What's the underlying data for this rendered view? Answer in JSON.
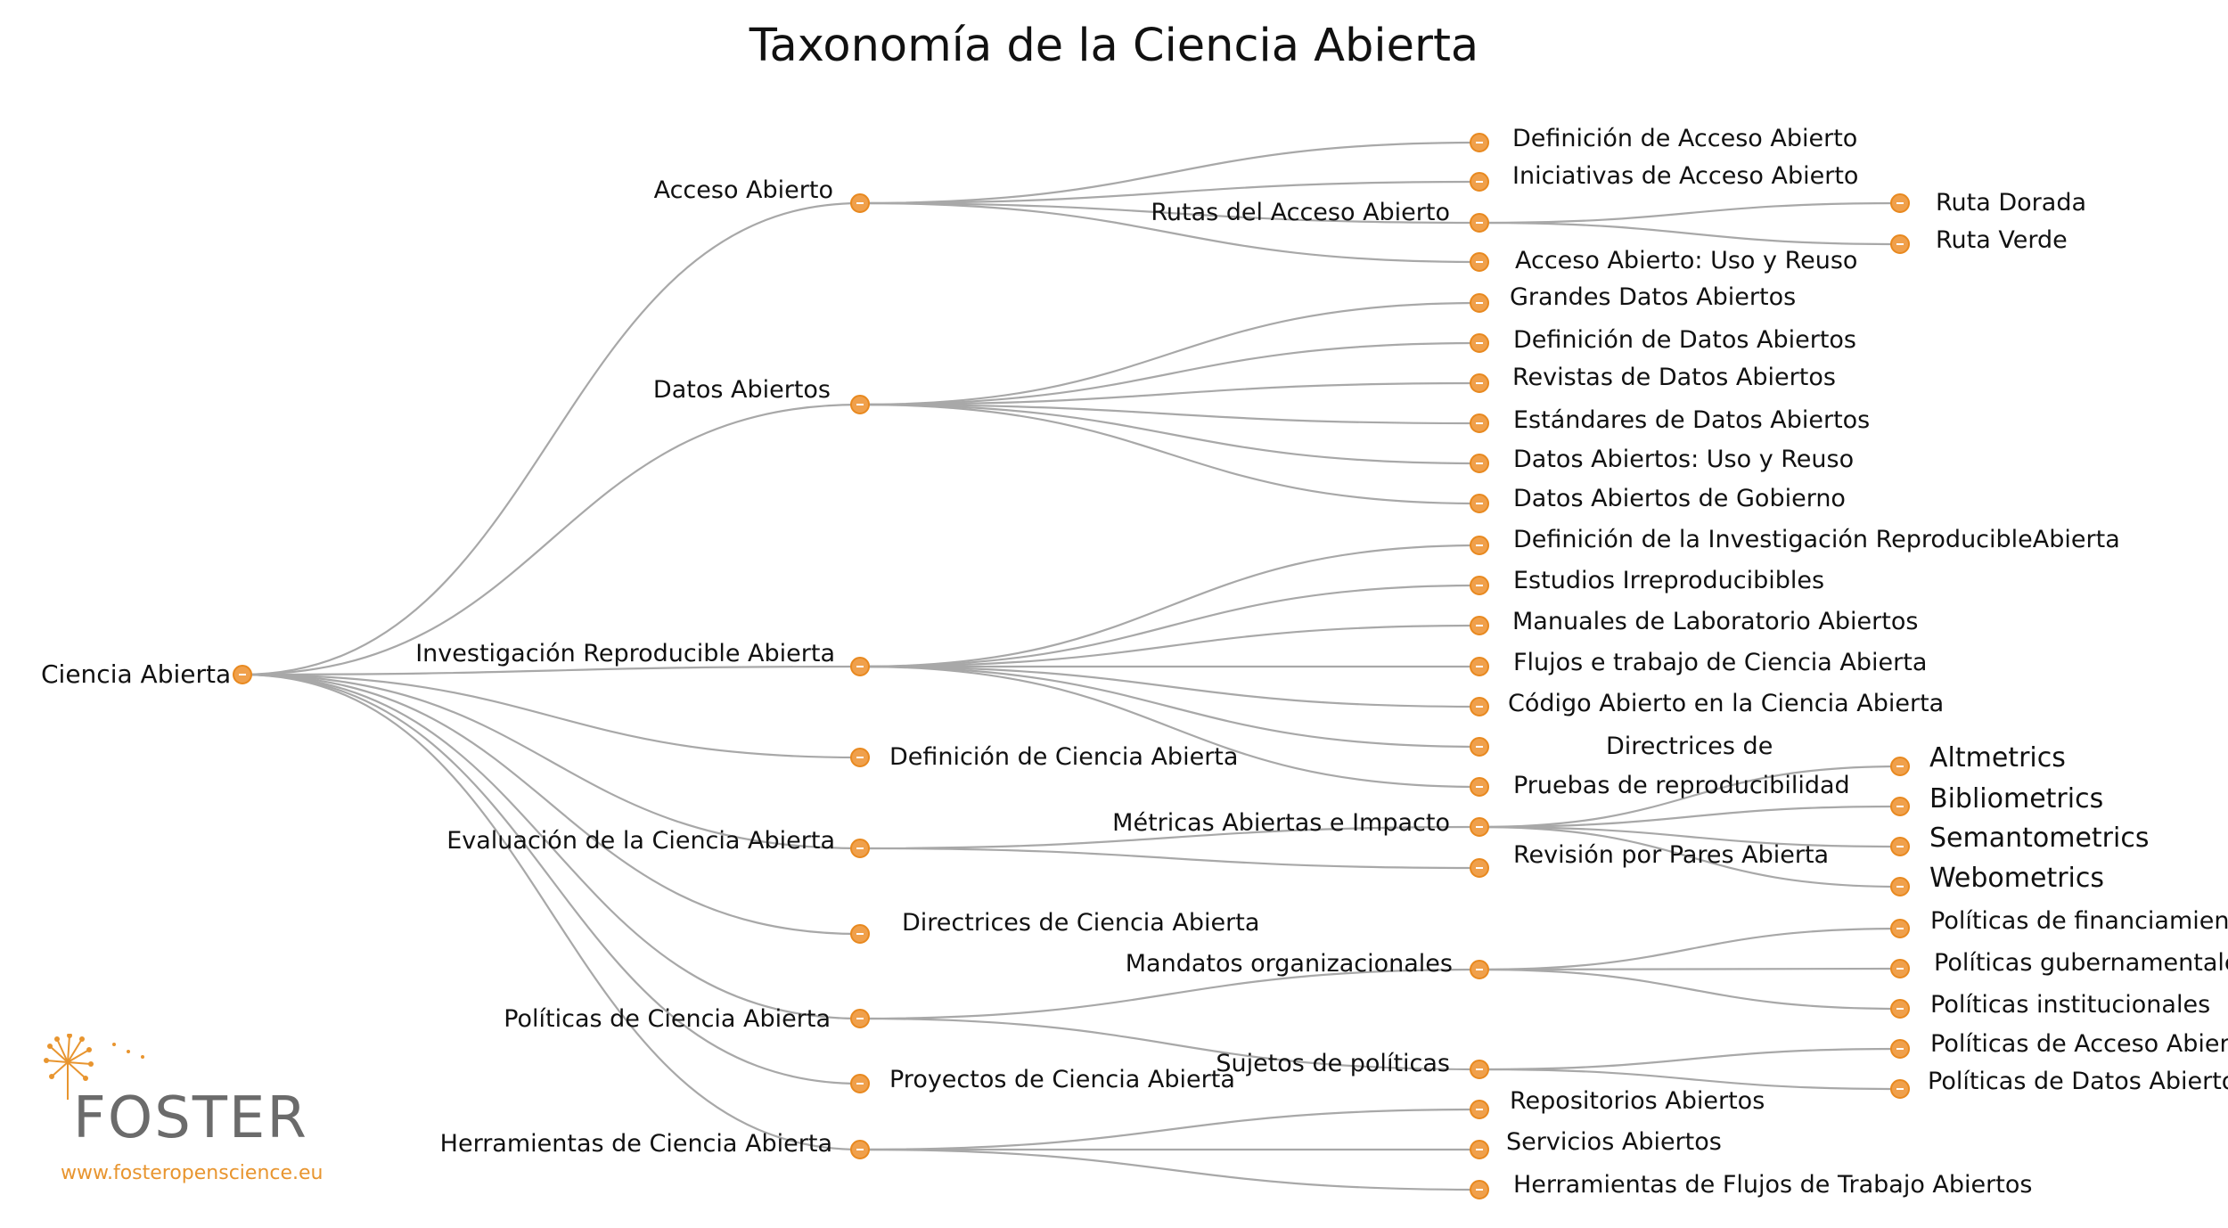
{
  "title": "Taxonomía de la Ciencia Abierta",
  "colors": {
    "node": "#f0a04b",
    "node_stroke": "#e8891f",
    "edge": "#a8a8a8",
    "logo_orange": "#e8952f",
    "logo_gray": "#6b6b6b"
  },
  "logo": {
    "word": "FOSTER",
    "url": "www.fosteropenscience.eu",
    "icon": "dandelion-icon"
  },
  "tree": {
    "label": "Ciencia Abierta",
    "children": [
      {
        "label": "Acceso Abierto",
        "children": [
          {
            "label": "Definición de Acceso Abierto"
          },
          {
            "label": "Iniciativas de Acceso Abierto"
          },
          {
            "label": "Rutas del Acceso Abierto",
            "children": [
              {
                "label": "Ruta Dorada"
              },
              {
                "label": "Ruta Verde"
              }
            ]
          },
          {
            "label": "Acceso Abierto:  Uso y Reuso"
          }
        ]
      },
      {
        "label": "Datos Abiertos",
        "children": [
          {
            "label": "Grandes Datos Abiertos"
          },
          {
            "label": "Definición de Datos Abiertos"
          },
          {
            "label": "Revistas de Datos Abiertos"
          },
          {
            "label": "Estándares de Datos Abiertos"
          },
          {
            "label": "Datos Abiertos:  Uso y Reuso"
          },
          {
            "label": "Datos Abiertos de Gobierno"
          }
        ]
      },
      {
        "label": "Investigación Reproducible Abierta",
        "children": [
          {
            "label": "Definición de la Investigación ReproducibleAbierta"
          },
          {
            "label": "Estudios Irreproducibibles"
          },
          {
            "label": "Manuales de Laboratorio Abiertos"
          },
          {
            "label": "Flujos e trabajo de Ciencia Abierta"
          },
          {
            "label": "Código Abierto en la Ciencia Abierta"
          },
          {
            "label": "Directrices de"
          },
          {
            "label": "Pruebas de reproducibilidad"
          }
        ]
      },
      {
        "label": "Definición de Ciencia Abierta"
      },
      {
        "label": "Evaluación de la Ciencia Abierta",
        "children": [
          {
            "label": "Métricas Abiertas e Impacto",
            "children": [
              {
                "label": "Altmetrics"
              },
              {
                "label": "Bibliometrics"
              },
              {
                "label": "Semantometrics"
              },
              {
                "label": "Webometrics"
              }
            ]
          },
          {
            "label": "Revisión por Pares Abierta"
          }
        ]
      },
      {
        "label": "Directrices de Ciencia Abierta"
      },
      {
        "label": "Políticas de Ciencia Abierta",
        "children": [
          {
            "label": "Mandatos organizacionales",
            "children": [
              {
                "label": "Políticas de financiamiento"
              },
              {
                "label": "Políticas gubernamentales"
              },
              {
                "label": "Políticas institucionales"
              }
            ]
          },
          {
            "label": "Sujetos de políticas",
            "children": [
              {
                "label": "Políticas de Acceso Abierto"
              },
              {
                "label": "Políticas de  Datos Abiertos"
              }
            ]
          }
        ]
      },
      {
        "label": "Proyectos de Ciencia Abierta"
      },
      {
        "label": "Herramientas de Ciencia Abierta",
        "children": [
          {
            "label": "Repositorios Abiertos"
          },
          {
            "label": "Servicios Abiertos"
          },
          {
            "label": "Herramientas de Flujos de Trabajo Abiertos"
          }
        ]
      }
    ]
  }
}
